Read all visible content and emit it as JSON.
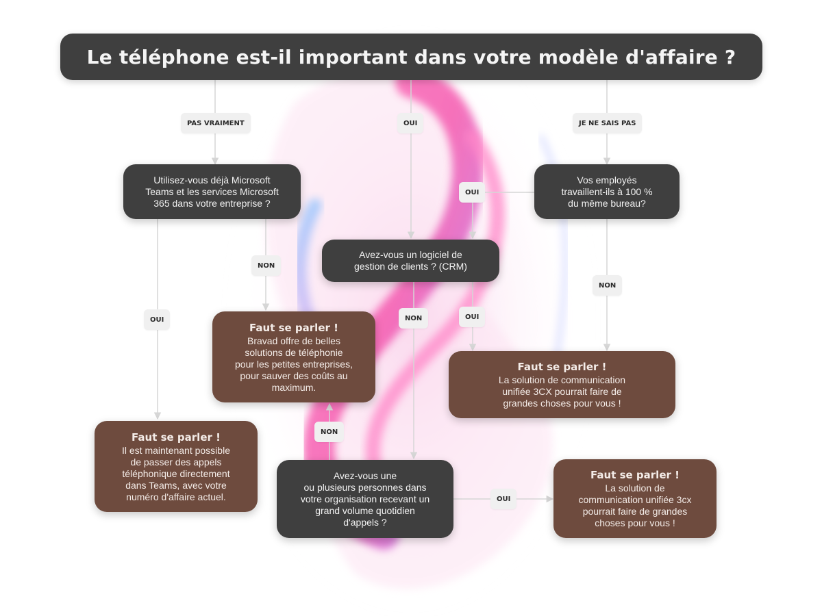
{
  "title": "Le téléphone est-il important dans votre modèle d'affaire ?",
  "labels": {
    "pas_vraiment": "PAS VRAIMENT",
    "oui_top": "OUI",
    "je_ne_sais_pas": "JE NE SAIS PAS",
    "oui_bureau": "OUI",
    "non_teams": "NON",
    "oui_teams": "OUI",
    "non_bureau": "NON",
    "non_crm": "NON",
    "oui_crm": "OUI",
    "non_volume": "NON",
    "oui_volume": "OUI"
  },
  "questions": {
    "teams": "Utilisez-vous déjà Microsoft\nTeams et les services Microsoft\n365 dans votre entreprise ?",
    "bureau": "Vos employés\ntravaillent-ils à 100 %\ndu même bureau?",
    "crm": "Avez-vous un logiciel de\ngestion de clients ? (CRM)",
    "volume": "Avez-vous une\nou plusieurs personnes dans\nvotre organisation recevant un\ngrand volume quotidien\nd'appels ?"
  },
  "answers": {
    "bravad": {
      "heading": "Faut se parler !",
      "body": "Bravad offre de belles\nsolutions de téléphonie\npour les petites entreprises,\npour sauver des coûts au\nmaximum."
    },
    "teams_calls": {
      "heading": "Faut se parler !",
      "body": "Il est maintenant possible\nde passer des appels\ntéléphonique directement\ndans Teams, avec votre\nnuméro d'affaire actuel."
    },
    "uc_3cx_a": {
      "heading": "Faut se parler !",
      "body": "La solution de communication\nunifiée 3CX pourrait faire de\ngrandes choses pour vous !"
    },
    "uc_3cx_b": {
      "heading": "Faut se parler !",
      "body": "La solution de\ncommunication unifiée 3cx\npourrait faire de grandes\nchoses pour vous !"
    }
  },
  "colors": {
    "question_box": "#3f3f3f",
    "answer_box": "#6e4b3e",
    "label_box": "#f0f0f0",
    "connector": "#d6d6d6",
    "background": "#ffffff"
  }
}
